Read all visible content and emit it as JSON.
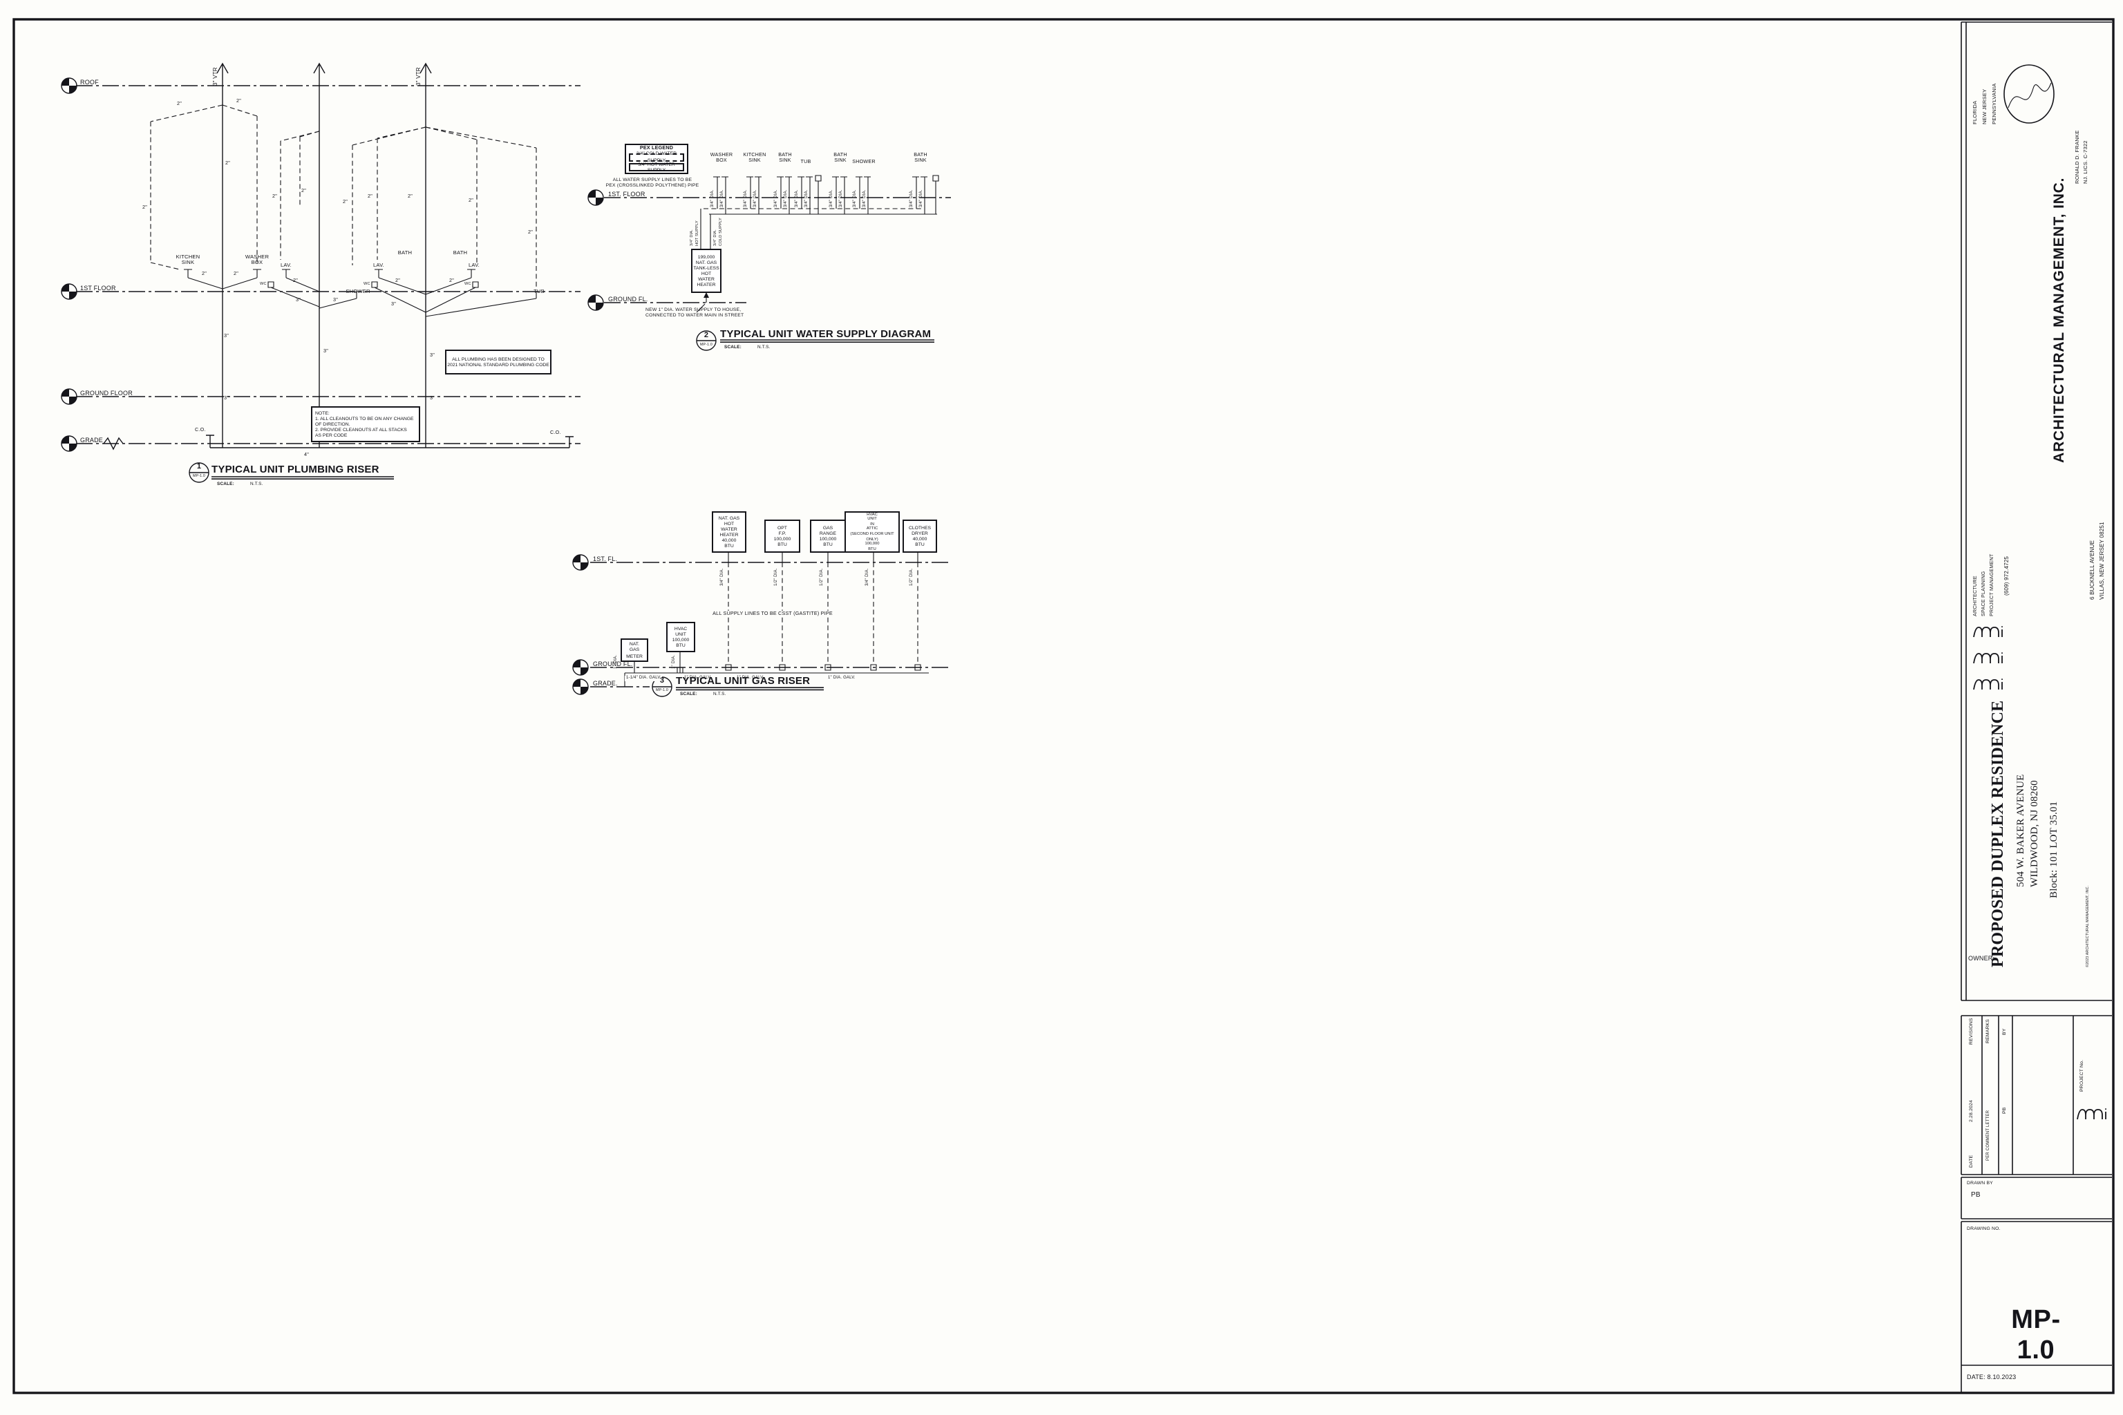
{
  "levels": {
    "roof": "ROOF",
    "first": "1ST FLOOR",
    "ground": "GROUND FLOOR",
    "grade": "GRADE",
    "first_dot": "1ST. FLOOR",
    "ground_fl": "GROUND FL.",
    "first_fl": "1ST. FL.",
    "grade_dot": "GRADE."
  },
  "pipe": {
    "d2": "2\"",
    "d3": "3\"",
    "d4": "4\"",
    "vtr": "3\" VTR",
    "co": "C.O.",
    "wc": "WC",
    "dia34": "3/4\" DIA.",
    "dia12": "1/2\" DIA.",
    "dia1": "1\" DIA.",
    "galv114": "1-1/4\" DIA. GALV.",
    "galv1": "1\" DIA. GALV.",
    "hot_supply": "HOT SUPPLY",
    "cold_supply": "COLD SUPPLY"
  },
  "riser": {
    "kitchen": "KITCHEN\nSINK",
    "washer": "WASHER\nBOX",
    "lav": "LAV.",
    "bath": "BATH",
    "shower": "SHOWER",
    "tub": "TUB",
    "note1": "NOTE:\n1. ALL CLEANOUTS TO BE ON ANY CHANGE\nOF DIRECTION.\n2. PROVIDE CLEANOUTS AT ALL STACKS\nAS PER CODE",
    "note2": "ALL PLUMBING HAS BEEN DESIGNED TO\n2021 NATIONAL STANDARD PLUMBING CODE"
  },
  "water": {
    "washer": "WASHER\nBOX",
    "kitchen": "KITCHEN\nSINK",
    "bath_sink": "BATH\nSINK",
    "tub": "TUB",
    "shower": "SHOWER",
    "legend_title": "PEX LEGEND",
    "legend_cold": "3/4\" COLD WATER SUPPLY",
    "legend_hot": "3/4\" HOT WATER SUPPLY",
    "note_pex": "ALL WATER SUPPLY LINES TO BE\nPEX (CROSSLINKED POLYTHENE) PIPE",
    "heater": "199,000\nNAT. GAS\nTANK-LESS\nHOT\nWATER\nHEATER",
    "note_main": "NEW 1\" DIA. WATER SUPPLY TO HOUSE,\nCONNECTED TO WATER MAIN IN STREET"
  },
  "gas": {
    "water_heater": "NAT. GAS\nHOT\nWATER\nHEATER\n40,000\nBTU",
    "opt_fp": "OPT\nF.P.\n100,000\nBTU",
    "range": "GAS\nRANGE\n100,000\nBTU",
    "hvac_attic": "HVAC\nUNIT\nIN\nATTIC\n(SECOND FLOOR UNIT ONLY)\n100,000\nBTU",
    "dryer": "CLOTHES\nDRYER\n40,000\nBTU",
    "hvac": "HVAC\nUNIT\n100,000\nBTU",
    "meter": "NAT.\nGAS\nMETER",
    "note": "ALL SUPPLY LINES TO BE CSST (GASTITE) PIPE"
  },
  "titles": {
    "scale_label": "SCALE:",
    "nts": "N.T.S.",
    "t1": {
      "num": "1",
      "ref": "MP-1.0",
      "name": "TYPICAL UNIT PLUMBING RISER"
    },
    "t2": {
      "num": "2",
      "ref": "MP-1.0",
      "name": "TYPICAL UNIT WATER SUPPLY DIAGRAM"
    },
    "t3": {
      "num": "3",
      "ref": "MP-1.0",
      "name": "TYPICAL UNIT GAS RISER"
    }
  },
  "titleblock": {
    "states": {
      "fl": "FLORIDA",
      "nj": "NEW JERSEY",
      "pa": "PENNSYLVANIA"
    },
    "licensee": "RONALD D. FRANKE",
    "license_no": "NJ. LICS. C-7322",
    "firm": "ARCHITECTURAL MANAGEMENT, INC.",
    "svc1": "ARCHITECTURE",
    "svc2": "SPACE PLANNING",
    "svc3": "PROJECT MANAGEMENT",
    "phone": "(609) 972.4725",
    "addr1": "6 BUCKNELL AVENUE",
    "addr2": "VILLAS, NEW JERSEY 08251",
    "project": "PROPOSED DUPLEX RESIDENCE",
    "proj_addr1": "504 W. BAKER AVENUE",
    "proj_addr2": "WILDWOOD, NJ 08260",
    "proj_block": "Block: 101 LOT 35.01",
    "owner_label": "OWNER:",
    "copyright": "©2023 ARCHITECTURAL MANAGEMENT, INC.",
    "rev": {
      "revisions": "REVISIONS",
      "remarks": "REMARKS",
      "by": "BY",
      "date": "DATE",
      "r1_date": "2.28.2024",
      "r1_remark": "PER COMMENT LETTER",
      "r1_by": "PB",
      "project_no": "PROJECT No."
    },
    "drawn_by_label": "DRAWN BY",
    "drawn_by": "PB",
    "drawing_no_label": "DRAWING NO.",
    "drawing_no": "MP-1.0",
    "date": "DATE: 8.10.2023"
  }
}
